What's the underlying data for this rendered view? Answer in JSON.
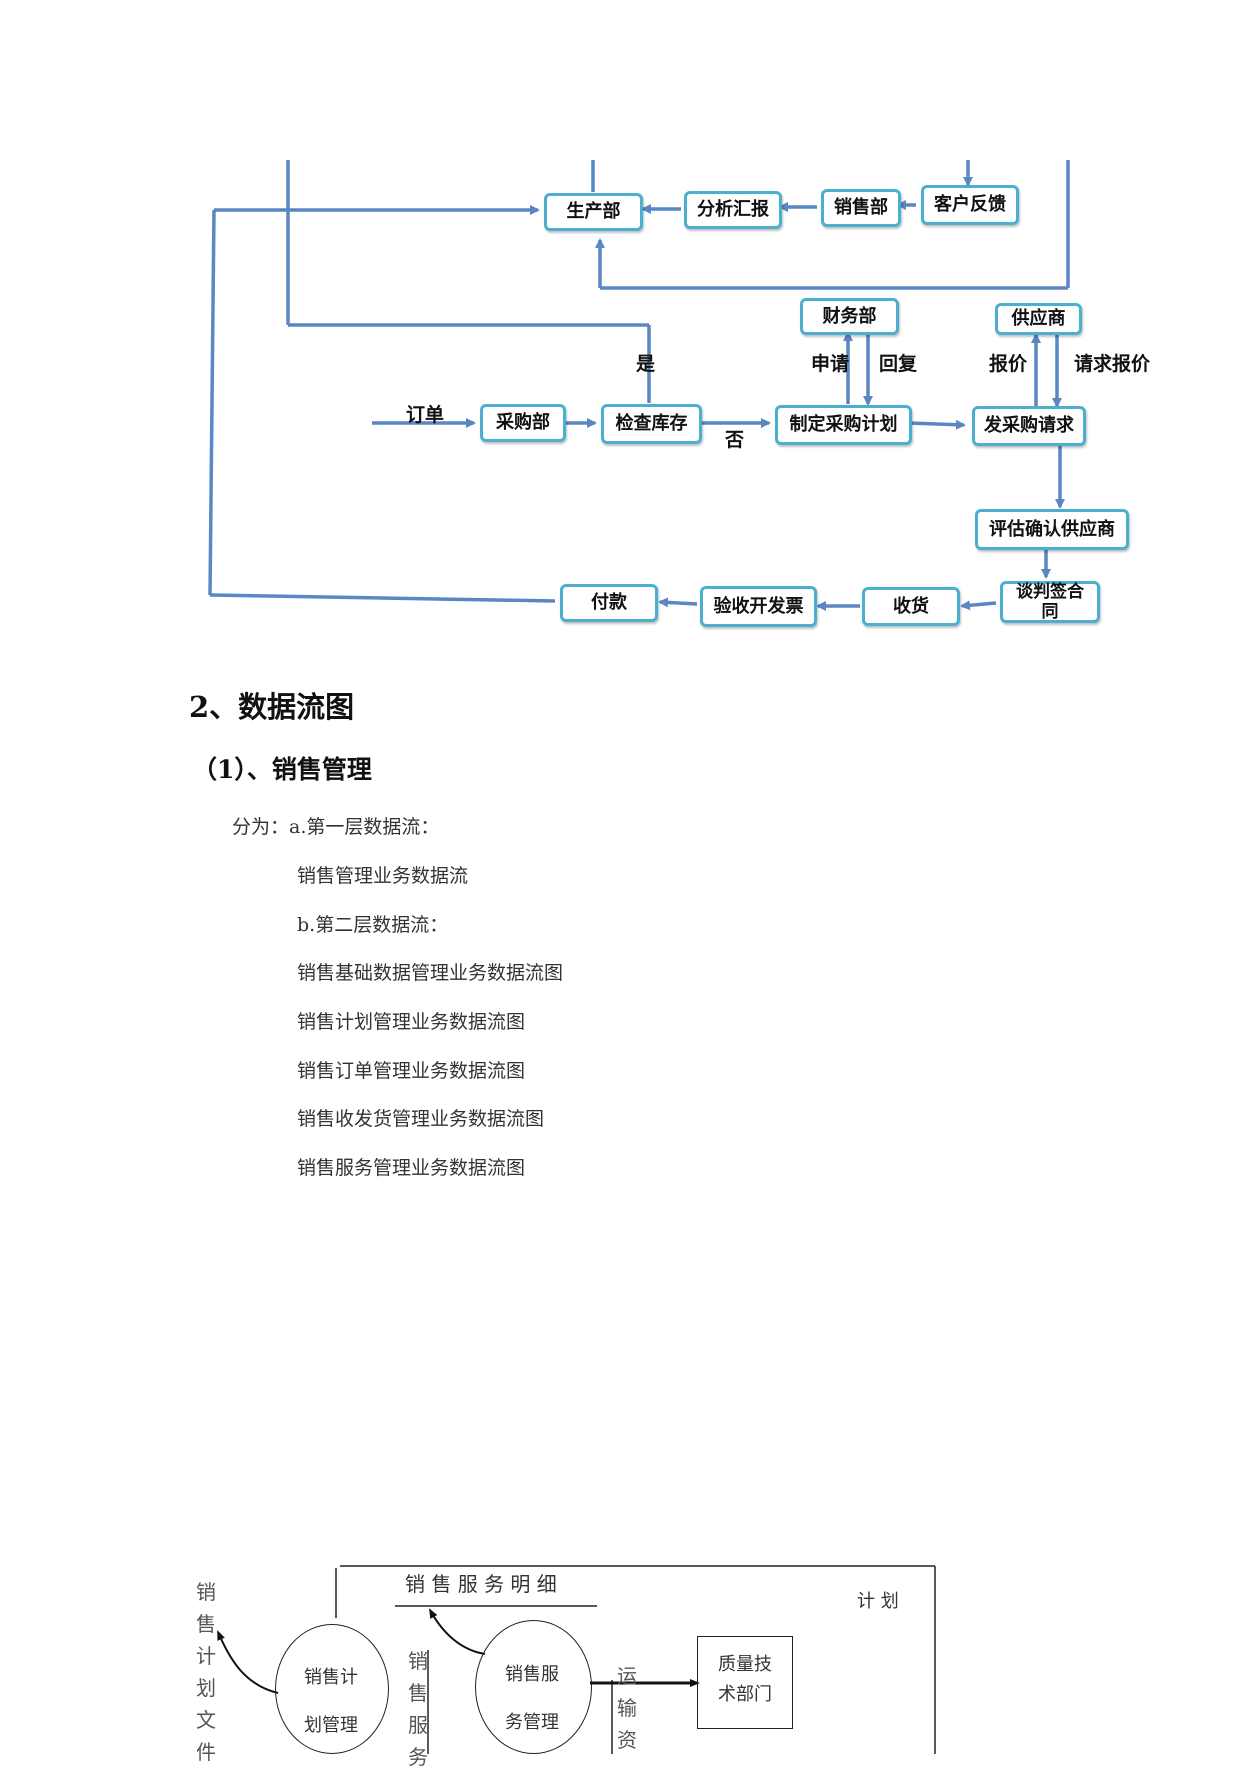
{
  "flowchart": {
    "nodes": {
      "production": "生产部",
      "analysis": "分析汇报",
      "sales_dept": "销售部",
      "feedback": "客户反馈",
      "finance": "财务部",
      "supplier": "供应商",
      "purchasing": "采购部",
      "check_stock": "检查库存",
      "make_plan": "制定采购计划",
      "send_request": "发采购请求",
      "evaluate": "评估确认供应商",
      "negotiate": "谈判签合同",
      "receive": "收货",
      "inspect": "验收开发票",
      "pay": "付款"
    },
    "labels": {
      "order": "订单",
      "yes": "是",
      "no": "否",
      "apply": "申请",
      "reply": "回复",
      "quote": "报价",
      "request_quote": "请求报价"
    }
  },
  "section": {
    "title": "2、数据流图",
    "subtitle": "（1）、销售管理",
    "lines": [
      "分为：a.第一层数据流：",
      "销售管理业务数据流",
      "b.第二层数据流：",
      "销售基础数据管理业务数据流图",
      "销售计划管理业务数据流图",
      "销售订单管理业务数据流图",
      "销售收发货管理业务数据流图",
      "销售服务管理业务数据流图"
    ]
  },
  "dfd": {
    "top_label": "销 售 服 务 明 细",
    "plan_label": "计 划",
    "left_vertical": "销售计划文件",
    "process1": [
      "销售计",
      "划管理"
    ],
    "process2": [
      "销售服",
      "务管理"
    ],
    "mid_vertical": "销售服务",
    "transport_vertical": "运输资",
    "entity": [
      "质量技",
      "术部门"
    ]
  }
}
